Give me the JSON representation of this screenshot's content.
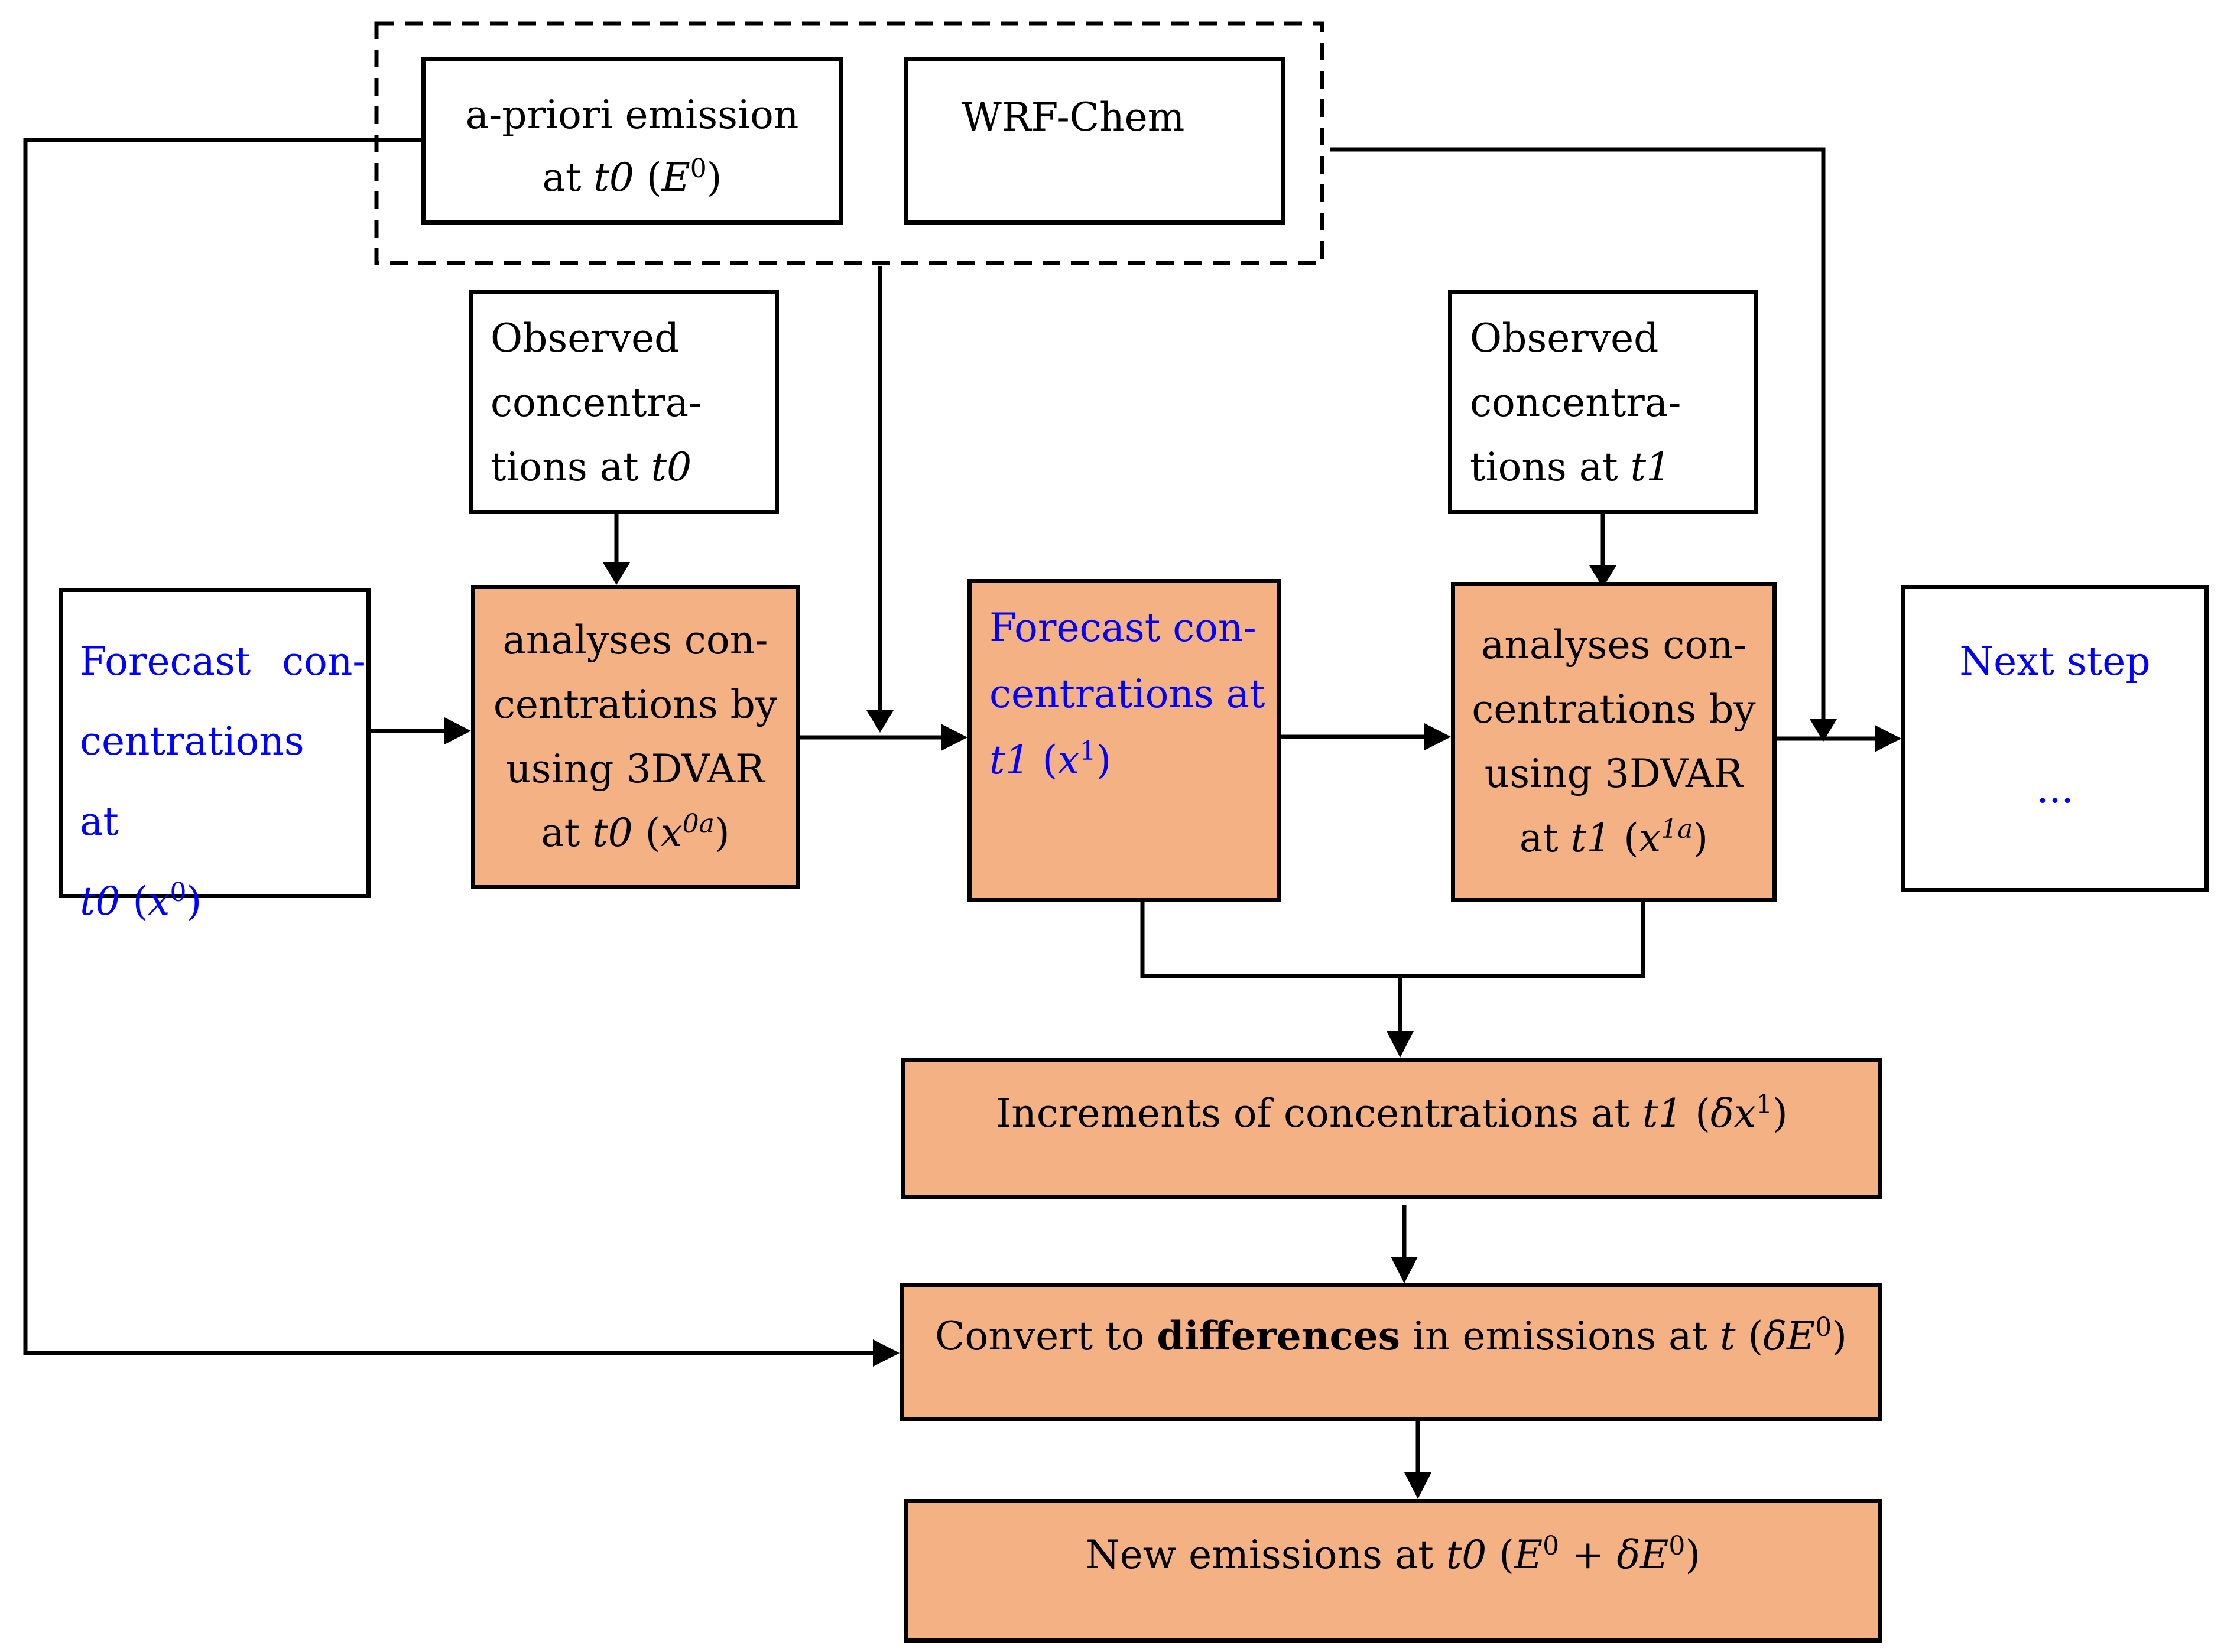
{
  "nodes": {
    "apriori": {
      "line1": "a-priori emission",
      "line2_prefix": "at ",
      "t": "t0",
      "paren_open": " (",
      "var": "E",
      "sup": "0",
      "paren_close": ")"
    },
    "wrfchem": {
      "label": "WRF-Chem"
    },
    "obs_t0": {
      "line1": "Observed",
      "line2": "concentra-",
      "line3_prefix": "tions at ",
      "t": "t0"
    },
    "obs_t1": {
      "line1": "Observed",
      "line2": "concentra-",
      "line3_prefix": "tions at ",
      "t": "t1"
    },
    "forecast_t0": {
      "line1": "Forecast con-",
      "line2": "centrations at",
      "t": "t0",
      "paren_open": " (",
      "var": "x",
      "sup": "0",
      "paren_close": ")"
    },
    "analyses_t0": {
      "line1": "analyses con-",
      "line2": "centrations by",
      "line3": "using 3DVAR",
      "line4_prefix": "at ",
      "t": "t0",
      "paren_open": " (",
      "var": "x",
      "sup": "0a",
      "paren_close": ")"
    },
    "forecast_t1": {
      "line1": "Forecast con-",
      "line2": "centrations at",
      "t": "t1",
      "paren_open": " (",
      "var": "x",
      "sup": "1",
      "paren_close": ")"
    },
    "analyses_t1": {
      "line1": "analyses con-",
      "line2": "centrations by",
      "line3": "using 3DVAR",
      "line4_prefix": "at ",
      "t": "t1",
      "paren_open": " (",
      "var": "x",
      "sup": "1a",
      "paren_close": ")"
    },
    "next_step": {
      "label": "Next step",
      "ellipsis": "..."
    },
    "increments": {
      "prefix": "Increments of concentrations at ",
      "t": "t1",
      "paren_open": " (",
      "var": "δx",
      "sup": "1",
      "paren_close": ")"
    },
    "convert": {
      "prefix": "Convert to ",
      "bold": "differences",
      "middle": " in emissions at ",
      "t": "t",
      "paren_open": " (",
      "var": "δE",
      "sup": "0",
      "paren_close": ")"
    },
    "new_emissions": {
      "prefix": "New emissions at ",
      "t": "t0",
      "paren_open": " (",
      "var1": "E",
      "sup1": "0",
      "plus": " + ",
      "var2": "δE",
      "sup2": "0",
      "paren_close": ")"
    }
  },
  "colors": {
    "fill": "#f4b183",
    "blue_text": "#0000ff",
    "line": "#000000"
  }
}
